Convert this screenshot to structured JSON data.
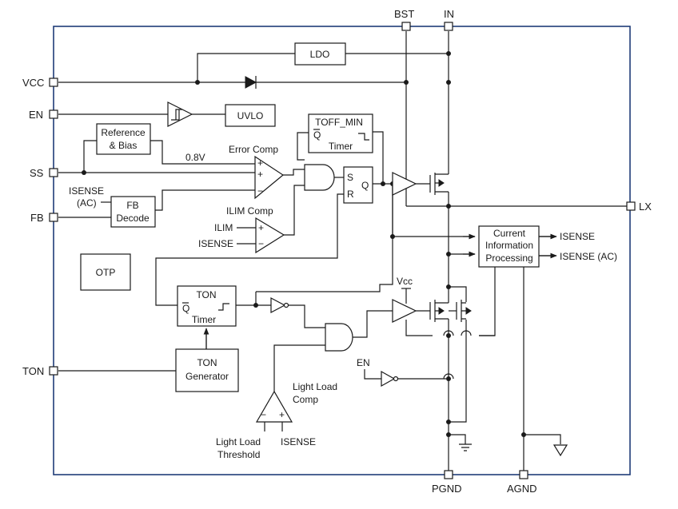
{
  "pins": {
    "vcc": "VCC",
    "en": "EN",
    "ss": "SS",
    "fb": "FB",
    "ton": "TON",
    "bst": "BST",
    "in": "IN",
    "lx": "LX",
    "pgnd": "PGND",
    "agnd": "AGND"
  },
  "blocks": {
    "ldo": "LDO",
    "uvlo": "UVLO",
    "ref_line1": "Reference",
    "ref_line2": "& Bias",
    "fb_line1": "FB",
    "fb_line2": "Decode",
    "otp": "OTP",
    "toff_title": "TOFF_MIN",
    "toff_q": "Q",
    "toff_timer": "Timer",
    "ton_title": "TON",
    "ton_q": "Q",
    "ton_timer": "Timer",
    "tongen_line1": "TON",
    "tongen_line2": "Generator",
    "cip_line1": "Current",
    "cip_line2": "Information",
    "cip_line3": "Processing",
    "latch_s": "S",
    "latch_r": "R",
    "latch_q": "Q"
  },
  "labels": {
    "v08": "0.8V",
    "error_comp": "Error Comp",
    "isense_ac_left_1": "ISENSE",
    "isense_ac_left_2": "(AC)",
    "ilim_comp": "ILIM Comp",
    "ilim": "ILIM",
    "isense_ilim": "ISENSE",
    "isense_out": "ISENSE",
    "isense_ac_out": "ISENSE (AC)",
    "vcc_small": "Vcc",
    "en_small": "EN",
    "light_load_comp_1": "Light Load",
    "light_load_comp_2": "Comp",
    "llt_1": "Light Load",
    "llt_2": "Threshold",
    "isense_ll": "ISENSE",
    "plus": "+",
    "minus": "−"
  }
}
